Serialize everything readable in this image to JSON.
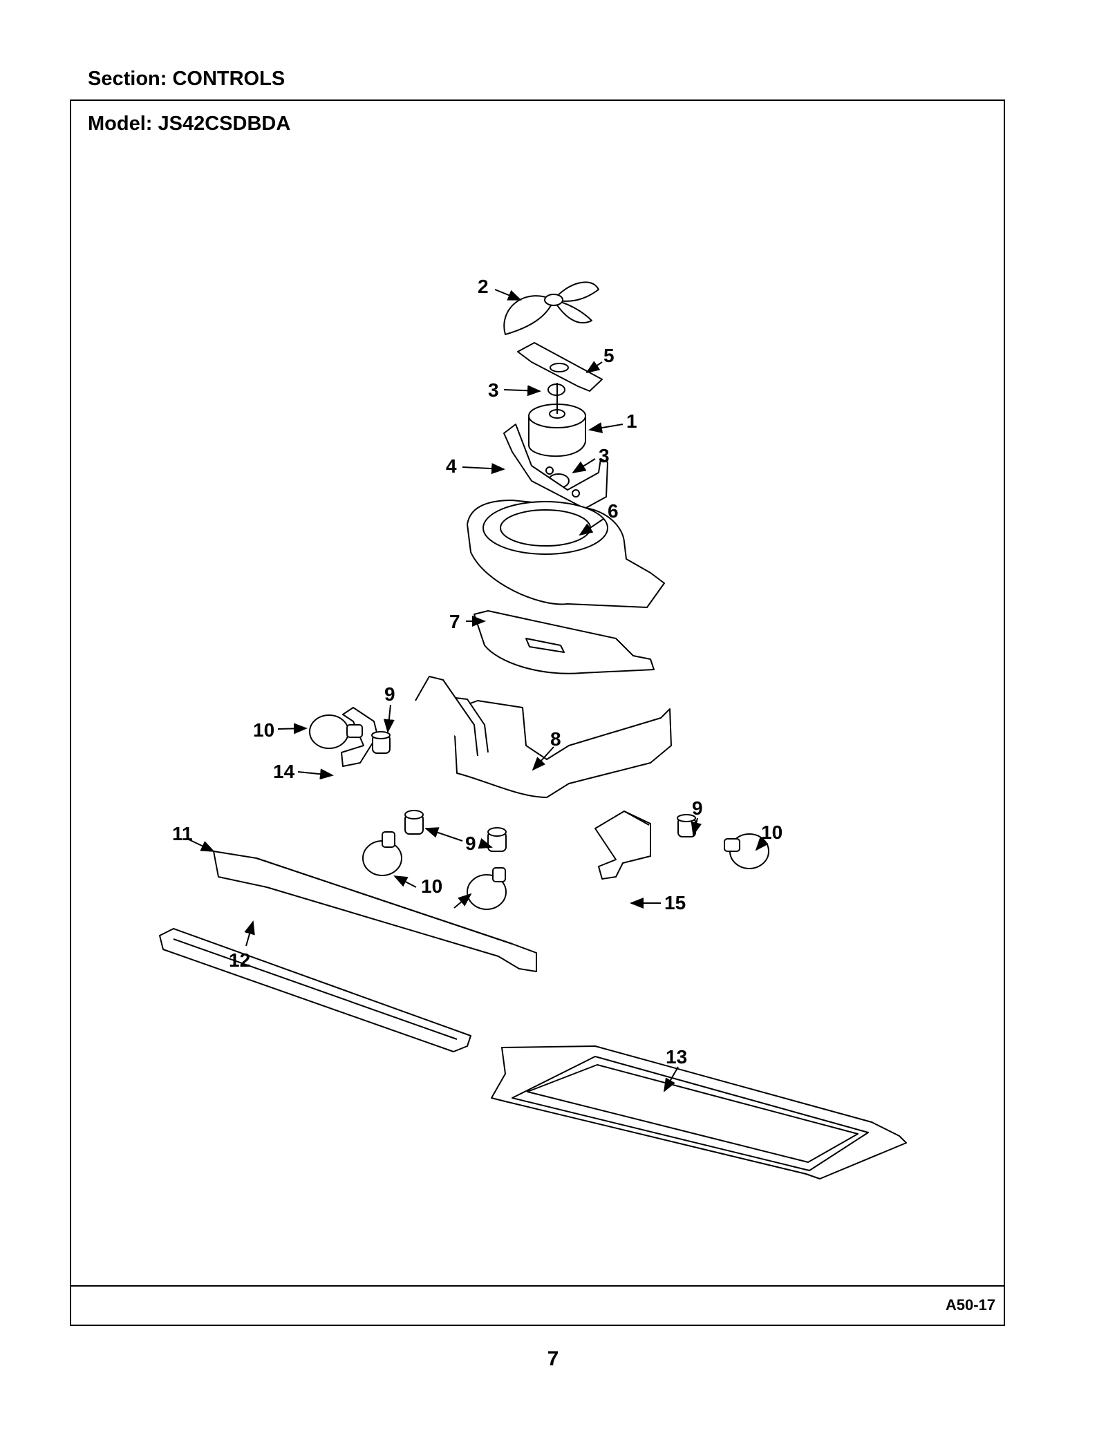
{
  "header": {
    "section": "Section:  CONTROLS"
  },
  "frame": {
    "model": "Model:  JS42CSDBDA",
    "figure_code": "A50-17"
  },
  "page": {
    "number": "7"
  },
  "callouts": [
    {
      "id": "c2",
      "label": "2"
    },
    {
      "id": "c5",
      "label": "5"
    },
    {
      "id": "c3a",
      "label": "3"
    },
    {
      "id": "c1",
      "label": "1"
    },
    {
      "id": "c3b",
      "label": "3"
    },
    {
      "id": "c4",
      "label": "4"
    },
    {
      "id": "c6",
      "label": "6"
    },
    {
      "id": "c7",
      "label": "7"
    },
    {
      "id": "c9a",
      "label": "9"
    },
    {
      "id": "c10a",
      "label": "10"
    },
    {
      "id": "c8",
      "label": "8"
    },
    {
      "id": "c14",
      "label": "14"
    },
    {
      "id": "c9b",
      "label": "9"
    },
    {
      "id": "c10b",
      "label": "10"
    },
    {
      "id": "c11",
      "label": "11"
    },
    {
      "id": "c9c",
      "label": "9"
    },
    {
      "id": "c10c",
      "label": "10"
    },
    {
      "id": "c15",
      "label": "15"
    },
    {
      "id": "c12",
      "label": "12"
    },
    {
      "id": "c13",
      "label": "13"
    }
  ]
}
